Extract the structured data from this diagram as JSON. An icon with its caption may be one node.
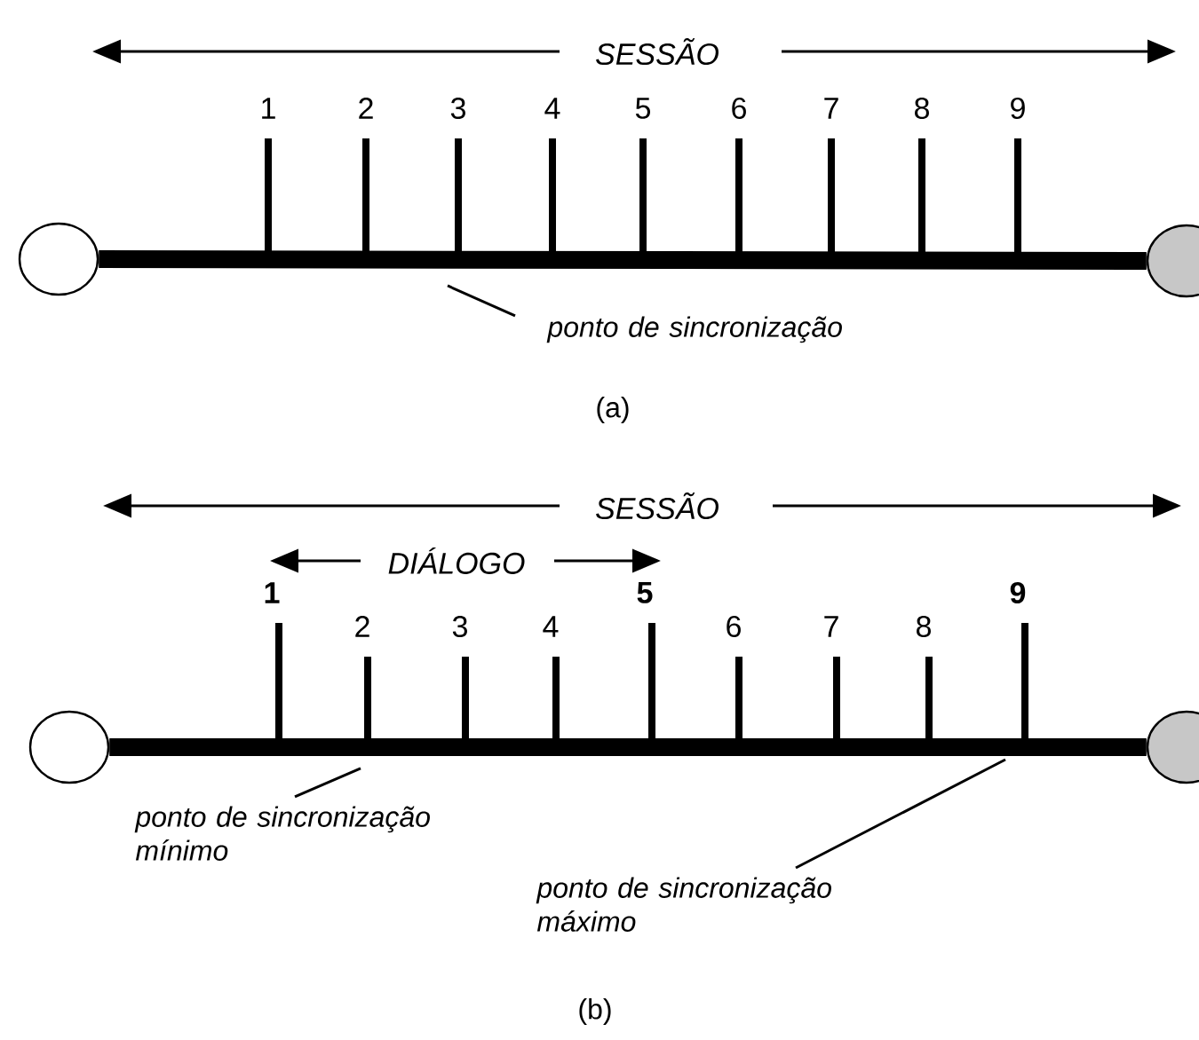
{
  "diagram": {
    "nodes": [
      {
        "text": [],
        "shape": "circle"
      },
      {
        "text": [],
        "shape": "circle"
      },
      {
        "text": [
          "ponto de sincronização"
        ]
      },
      {
        "text": [],
        "shape": "circle"
      },
      {
        "text": [],
        "shape": "circle"
      },
      {
        "text": [
          "ponto de sincronização mínimo"
        ]
      },
      {
        "text": [
          "ponto de sincronização máximo"
        ]
      }
    ],
    "edges": [
      {
        "from": 0,
        "to": 1,
        "arrow": "none",
        "style": "thick"
      },
      {
        "from": 2,
        "to": null,
        "arrow": "none"
      },
      {
        "from": 3,
        "to": 4,
        "arrow": "none",
        "style": "thick"
      },
      {
        "from": 5,
        "to": null,
        "arrow": "none"
      },
      {
        "from": 6,
        "to": null,
        "arrow": "none"
      }
    ],
    "labels": [
      "SESSÃO",
      "1",
      "2",
      "3",
      "4",
      "5",
      "6",
      "7",
      "8",
      "9",
      "(a)",
      "SESSÃO",
      "DIÁLOGO",
      "1",
      "2",
      "3",
      "4",
      "5",
      "6",
      "7",
      "8",
      "9",
      "(b)"
    ]
  }
}
